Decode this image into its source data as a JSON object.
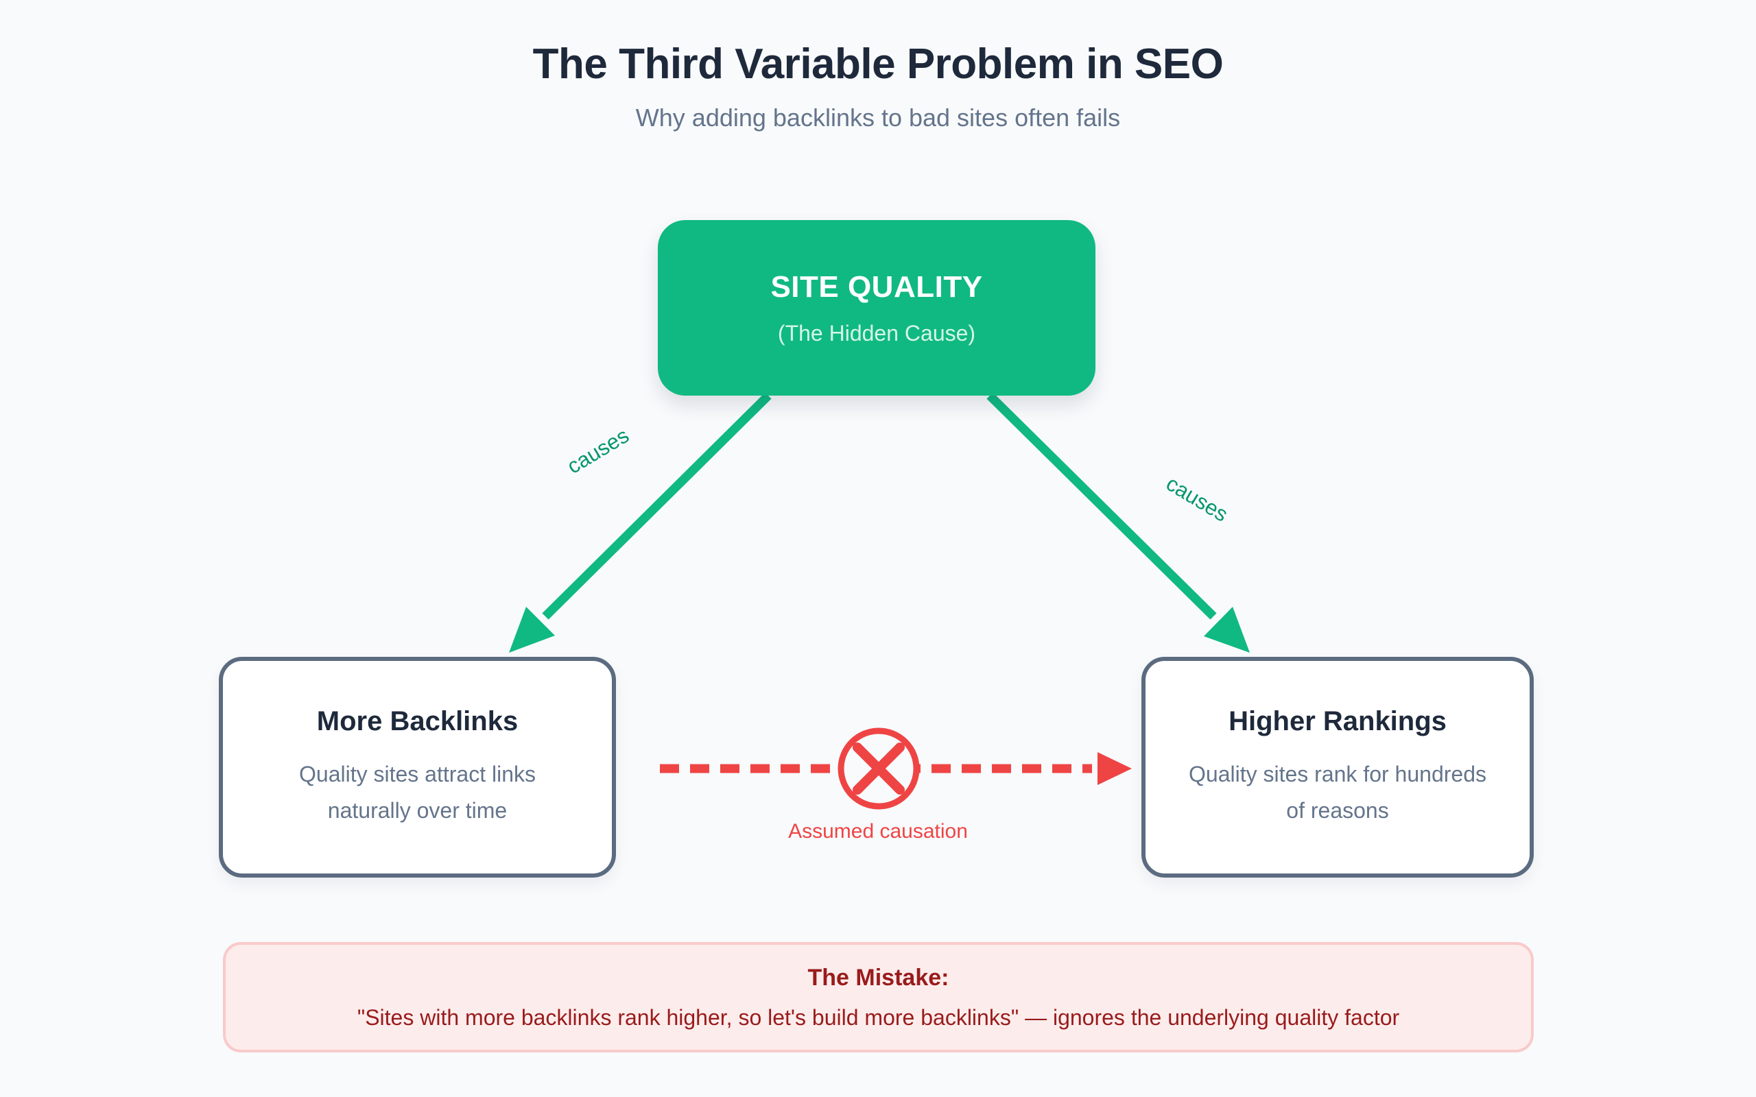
{
  "colors": {
    "background": "#f8fafc",
    "heading_text": "#1e293b",
    "muted_text": "#64748b",
    "green_accent": "#10b981",
    "green_label": "#059669",
    "red_accent": "#ef4444",
    "dark_red_text": "#991b1b",
    "mistake_background": "#fdecec",
    "mistake_border": "#f9caca",
    "outcome_border": "#5b6b80"
  },
  "header": {
    "title": "The Third Variable Problem in SEO",
    "subtitle": "Why adding backlinks to bad sites often fails"
  },
  "hidden_cause": {
    "title": "SITE QUALITY",
    "subtitle": "(The Hidden Cause)"
  },
  "edges": {
    "left_label": "causes",
    "right_label": "causes"
  },
  "blocked_link": {
    "label": "Assumed causation"
  },
  "outcomes": {
    "left": {
      "title": "More Backlinks",
      "description": "Quality sites attract links naturally over time"
    },
    "right": {
      "title": "Higher Rankings",
      "description": "Quality sites rank for hundreds of reasons"
    }
  },
  "mistake": {
    "title": "The Mistake:",
    "text": "\"Sites with more backlinks rank higher, so let's build more backlinks\" — ignores the underlying quality factor"
  }
}
